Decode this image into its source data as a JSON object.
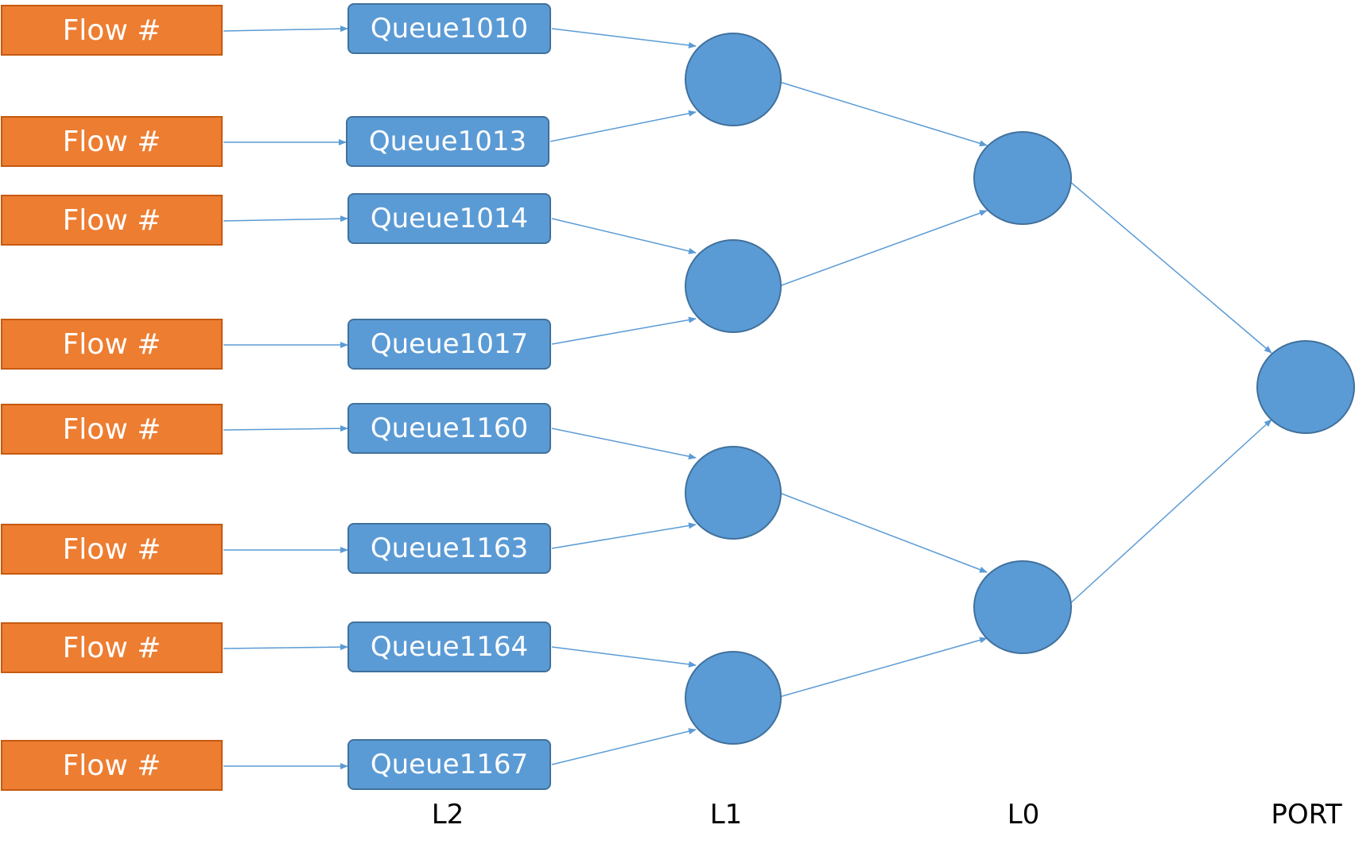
{
  "flows": [
    {
      "label": "Flow #"
    },
    {
      "label": "Flow #"
    },
    {
      "label": "Flow #"
    },
    {
      "label": "Flow #"
    },
    {
      "label": "Flow #"
    },
    {
      "label": "Flow #"
    },
    {
      "label": "Flow #"
    },
    {
      "label": "Flow #"
    }
  ],
  "queues": [
    {
      "label": "Queue1010"
    },
    {
      "label": "Queue1013"
    },
    {
      "label": "Queue1014"
    },
    {
      "label": "Queue1017"
    },
    {
      "label": "Queue1160"
    },
    {
      "label": "Queue1163"
    },
    {
      "label": "Queue1164"
    },
    {
      "label": "Queue1167"
    }
  ],
  "levels": {
    "l2": "L2",
    "l1": "L1",
    "l0": "L0",
    "port": "PORT"
  },
  "colors": {
    "flow_fill": "#ED7D31",
    "queue_fill": "#5B9BD5",
    "node_fill": "#5B9BD5",
    "arrow": "#5B9BD5"
  }
}
